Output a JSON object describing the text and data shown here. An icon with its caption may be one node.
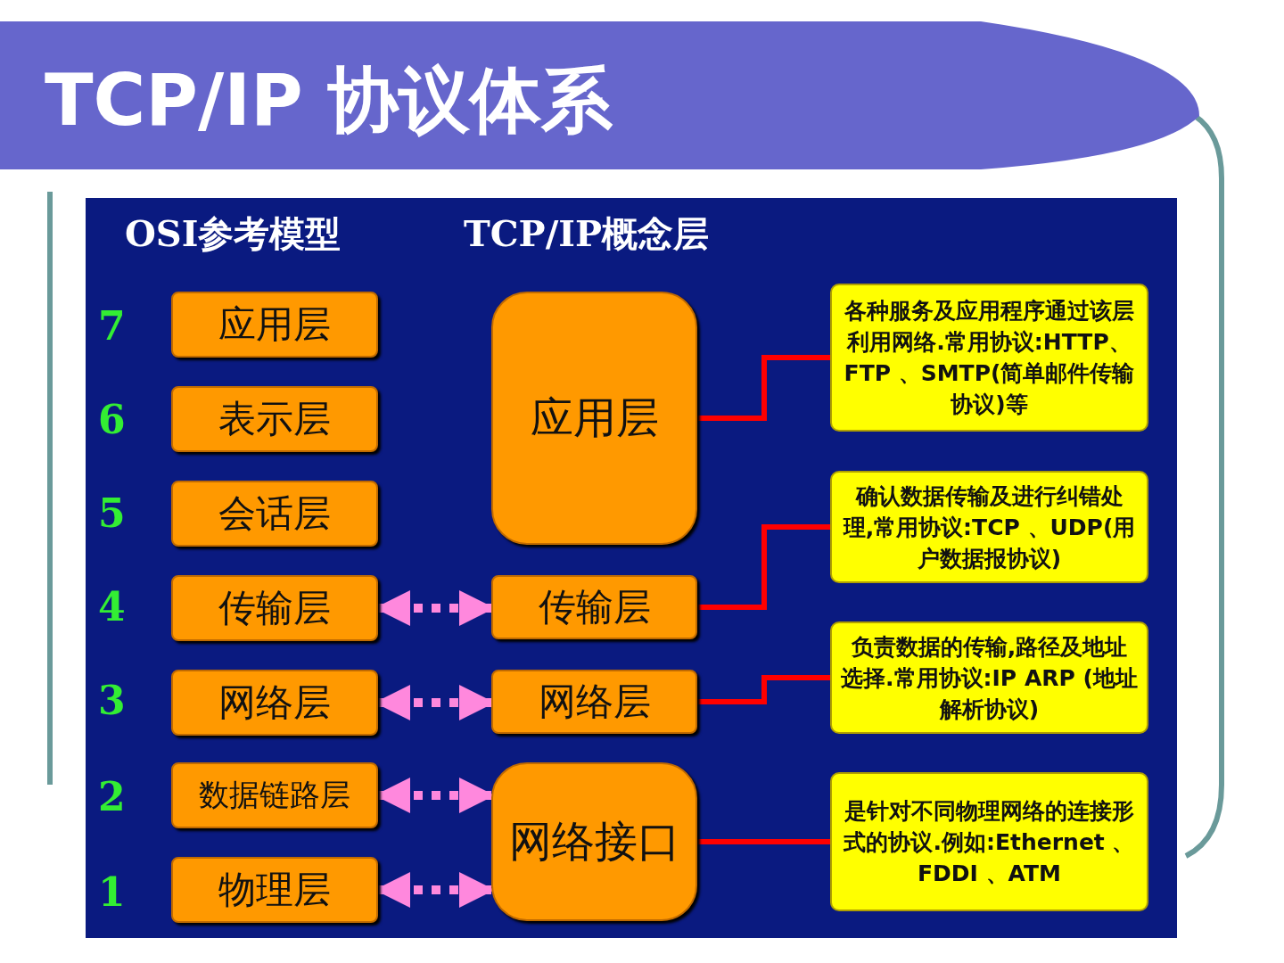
{
  "diagram": {
    "title": "TCP/IP 协议体系",
    "nodes": [
      {
        "text": [
          "应用层"
        ]
      },
      {
        "text": [
          "表示层"
        ]
      },
      {
        "text": [
          "会话层"
        ]
      },
      {
        "text": [
          "传输层"
        ]
      },
      {
        "text": [
          "网络层"
        ]
      },
      {
        "text": [
          "数据链路层"
        ]
      },
      {
        "text": [
          "物理层"
        ]
      },
      {
        "text": [
          "应用层"
        ]
      },
      {
        "text": [
          "传输层"
        ]
      },
      {
        "text": [
          "网络层"
        ]
      },
      {
        "text": [
          "网络接口"
        ]
      },
      {
        "text": [
          "各种服务及应用程序通过该层利用网络.常用协议:HTTP、FTP 、SMTP(简单邮件传输协议)等"
        ]
      },
      {
        "text": [
          "确认数据传输及进行纠错处理,常用协议:TCP 、UDP(用户数据报协议)"
        ]
      },
      {
        "text": [
          "负责数据的传输,路径及地址选择.常用协议:IP ARP (地址解析协议)"
        ]
      },
      {
        "text": [
          "是针对不同物理网络的连接形式的协议.例如:Ethernet 、FDDI 、ATM"
        ]
      }
    ],
    "edges": [
      {
        "from": 3,
        "to": 8,
        "arrow": "both",
        "style": "dashed",
        "color": "#ff88dd"
      },
      {
        "from": 4,
        "to": 9,
        "arrow": "both",
        "style": "dashed",
        "color": "#ff88dd"
      },
      {
        "from": 5,
        "to": 10,
        "arrow": "both",
        "style": "dashed",
        "color": "#ff88dd"
      },
      {
        "from": 6,
        "to": 10,
        "arrow": "both",
        "style": "dashed",
        "color": "#ff88dd"
      },
      {
        "from": 7,
        "to": 11,
        "arrow": "none",
        "color": "#ff0000"
      },
      {
        "from": 8,
        "to": 12,
        "arrow": "none",
        "color": "#ff0000"
      },
      {
        "from": 9,
        "to": 13,
        "arrow": "none",
        "color": "#ff0000"
      },
      {
        "from": 10,
        "to": 14,
        "arrow": "none",
        "color": "#ff0000"
      }
    ],
    "labels": [
      "OSI参考模型",
      "TCP/IP概念层",
      "7",
      "6",
      "5",
      "4",
      "3",
      "2",
      "1"
    ]
  }
}
